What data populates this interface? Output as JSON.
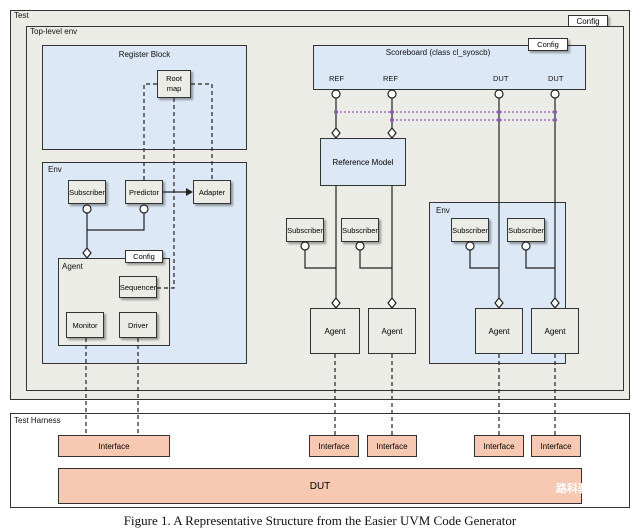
{
  "test": {
    "label": "Test",
    "config": "Config"
  },
  "top_env": {
    "label": "Top-level env"
  },
  "register_block": {
    "label": "Register Block",
    "root_map": "Root map"
  },
  "left_env": {
    "label": "Env",
    "subscriber": "Subscriber",
    "predictor": "Predictor",
    "adapter": "Adapter",
    "agent": "Agent",
    "config": "Config",
    "sequencer": "Sequencer",
    "monitor": "Monitor",
    "driver": "Driver"
  },
  "scoreboard": {
    "label": "Scoreboard (class cl_syoscb)",
    "config": "Config",
    "ports": [
      "REF",
      "REF",
      "DUT",
      "DUT"
    ]
  },
  "reference_model": "Reference Model",
  "mid_subscribers": [
    "Subscriber",
    "Subscriber"
  ],
  "mid_agents": [
    "Agent",
    "Agent"
  ],
  "right_env": {
    "label": "Env",
    "subscribers": [
      "Subscriber",
      "Subscriber"
    ],
    "agents": [
      "Agent",
      "Agent"
    ]
  },
  "harness": {
    "label": "Test Harness",
    "interfaces": [
      "Interface",
      "Interface",
      "Interface",
      "Interface",
      "Interface"
    ],
    "dut": "DUT"
  },
  "watermark": "路科验证",
  "caption": "Figure 1. A Representative Structure from the Easier UVM Code Generator"
}
